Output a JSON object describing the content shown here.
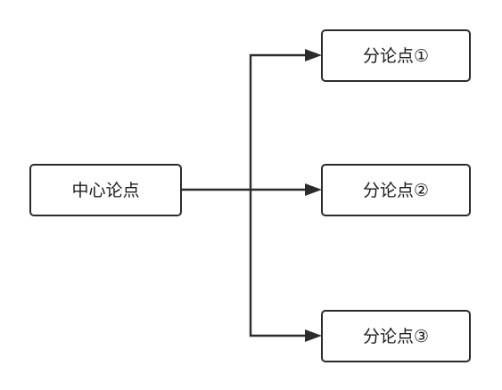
{
  "diagram": {
    "center": {
      "label": "中心论点"
    },
    "branches": [
      {
        "label": "分论点①"
      },
      {
        "label": "分论点②"
      },
      {
        "label": "分论点③"
      }
    ]
  }
}
